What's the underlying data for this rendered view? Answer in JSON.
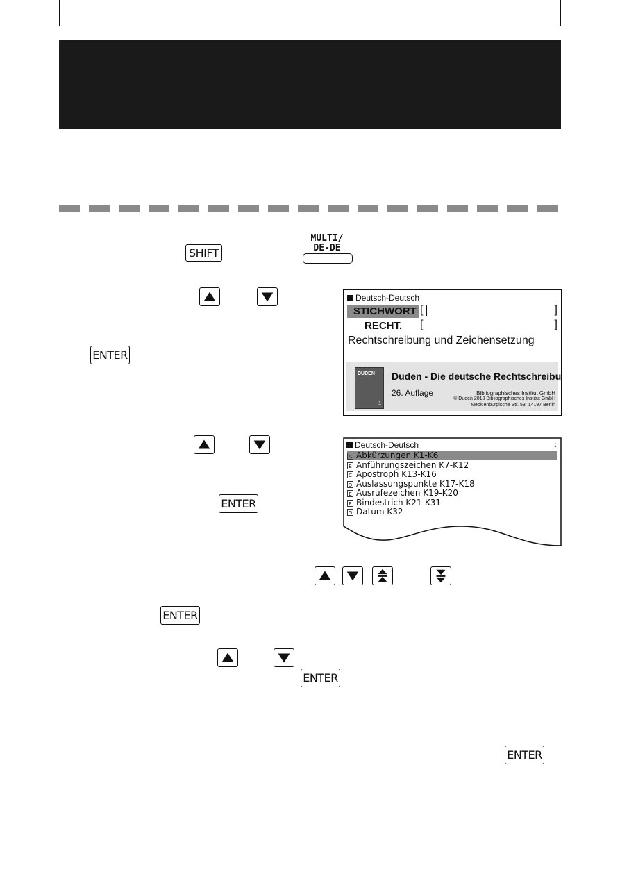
{
  "keys": {
    "shift": "SHIFT",
    "multi_label_line1": "MULTI/",
    "multi_label_line2": "DE-DE",
    "enter": "ENTER"
  },
  "screen1": {
    "title": "Deutsch-Deutsch",
    "field1_label": "STICHWORT",
    "field2_label": "RECHT.",
    "book_title": "Rechtschreibung und Zeichensetzung",
    "product_title": "Duden - Die deutsche Rechtschreibung",
    "edition": "26. Auflage",
    "publisher": "Bibliographisches Institut GmbH",
    "copyright": "© Duden 2013 Bibliographisches Institut GmbH",
    "address": "Mecklenburgische Str. 53, 14197 Berlin",
    "book_cover_label": "DUDEN",
    "book_cover_number": "1"
  },
  "screen2": {
    "title": "Deutsch-Deutsch",
    "scroll_indicator": "↓",
    "items": [
      {
        "letter": "A",
        "text": "Abkürzungen K1-K6"
      },
      {
        "letter": "B",
        "text": "Anführungszeichen K7-K12"
      },
      {
        "letter": "C",
        "text": "Apostroph K13-K16"
      },
      {
        "letter": "D",
        "text": "Auslassungspunkte K17-K18"
      },
      {
        "letter": "E",
        "text": "Ausrufezeichen K19-K20"
      },
      {
        "letter": "F",
        "text": "Bindestrich K21-K31"
      },
      {
        "letter": "G",
        "text": "Datum K32"
      }
    ]
  }
}
